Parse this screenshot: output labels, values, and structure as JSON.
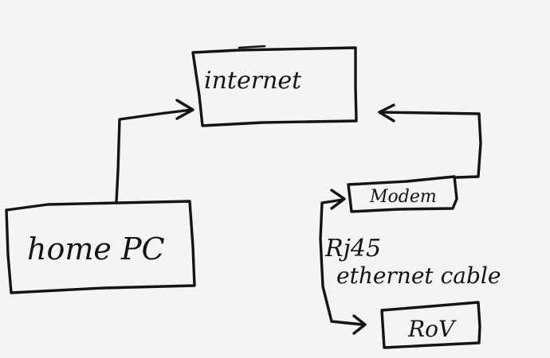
{
  "nodes": {
    "internet": {
      "label": "internet"
    },
    "home_pc": {
      "label": "home PC"
    },
    "modem": {
      "label": "Modem"
    },
    "rov": {
      "label": "RoV"
    }
  },
  "cable_label": {
    "line1": "Rj45",
    "line2": "ethernet cable"
  },
  "colors": {
    "ink": "#141414",
    "paper": "#f4f4f2"
  }
}
